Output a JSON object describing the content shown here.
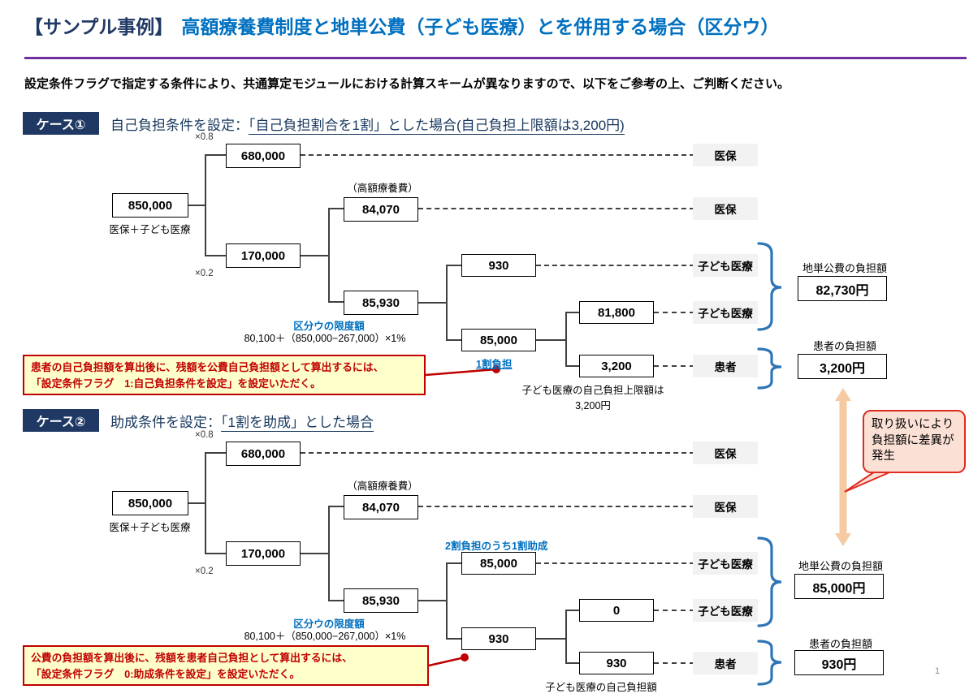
{
  "header": {
    "title_prefix": "【サンプル事例】",
    "title_main": "高額療養費制度と地単公費（子ども医療）とを併用する場合（区分ウ）",
    "subtitle": "設定条件フラグで指定する条件により、共通算定モジュールにおける計算スキームが異なりますので、以下をご参考の上、ご判断ください。"
  },
  "page_number": "1",
  "colors": {
    "navy": "#1F3864",
    "blue": "#0070C0",
    "purple_divider": "#7030A0",
    "callout_red": "#C00000",
    "callout_bg": "#FFFFCC",
    "brace_blue": "#2E75B6",
    "arrow_peach": "#F6CBA4",
    "bubble_bg": "#FBE0D5",
    "payer_label_bg": "#F2F2F2"
  },
  "case1": {
    "badge": "ケース①",
    "heading_prefix": "自己負担条件を設定：",
    "heading_underline": "「自己負担割合を1割」とした場合(自己負担上限額は3,200円)",
    "tree": {
      "root_value": "850,000",
      "root_label": "医保＋子ども医療",
      "mult_top": "×0.8",
      "mult_bottom": "×0.2",
      "n680": "680,000",
      "n170": "170,000",
      "kogaku_note": "（高額療養費）",
      "n84070": "84,070",
      "n85930": "85,930",
      "n930": "930",
      "n85000": "85,000",
      "n81800": "81,800",
      "n3200": "3,200",
      "limit_title": "区分ウの限度額",
      "limit_formula": "80,100＋（850,000−267,000）×1%",
      "share_note": "1割負担",
      "cap_note_1": "子ども医療の自己負担上限額は",
      "cap_note_2": "3,200円"
    },
    "payers": [
      "医保",
      "医保",
      "子ども医療",
      "子ども医療",
      "患者"
    ],
    "results": {
      "public_label": "地単公費の負担額",
      "public_value": "82,730円",
      "patient_label": "患者の負担額",
      "patient_value": "3,200円"
    },
    "callout": {
      "line1": "患者の自己負担額を算出後に、残額を公費自己負担額として算出するには、",
      "line2": "「設定条件フラグ　1:自己負担条件を設定」を設定いただく。"
    }
  },
  "case2": {
    "badge": "ケース②",
    "heading_prefix": "助成条件を設定：",
    "heading_underline": "「1割を助成」とした場合",
    "tree": {
      "root_value": "850,000",
      "root_label": "医保＋子ども医療",
      "mult_top": "×0.8",
      "mult_bottom": "×0.2",
      "n680": "680,000",
      "n170": "170,000",
      "kogaku_note": "（高額療養費）",
      "n84070": "84,070",
      "n85930": "85,930",
      "subsidy_note": "2割負担のうち1割助成",
      "n85000": "85,000",
      "n930_mid": "930",
      "n0": "0",
      "n930": "930",
      "limit_title": "区分ウの限度額",
      "limit_formula": "80,100＋（850,000−267,000）×1%",
      "cap_note": "子ども医療の自己負担額"
    },
    "payers": [
      "医保",
      "医保",
      "子ども医療",
      "子ども医療",
      "患者"
    ],
    "results": {
      "public_label": "地単公費の負担額",
      "public_value": "85,000円",
      "patient_label": "患者の負担額",
      "patient_value": "930円"
    },
    "callout": {
      "line1": "公費の負担額を算出後に、残額を患者自己負担として算出するには、",
      "line2": "「設定条件フラグ　0:助成条件を設定」を設定いただく。"
    }
  },
  "bubble": {
    "text": "取り扱いにより負担額に差異が発生"
  }
}
